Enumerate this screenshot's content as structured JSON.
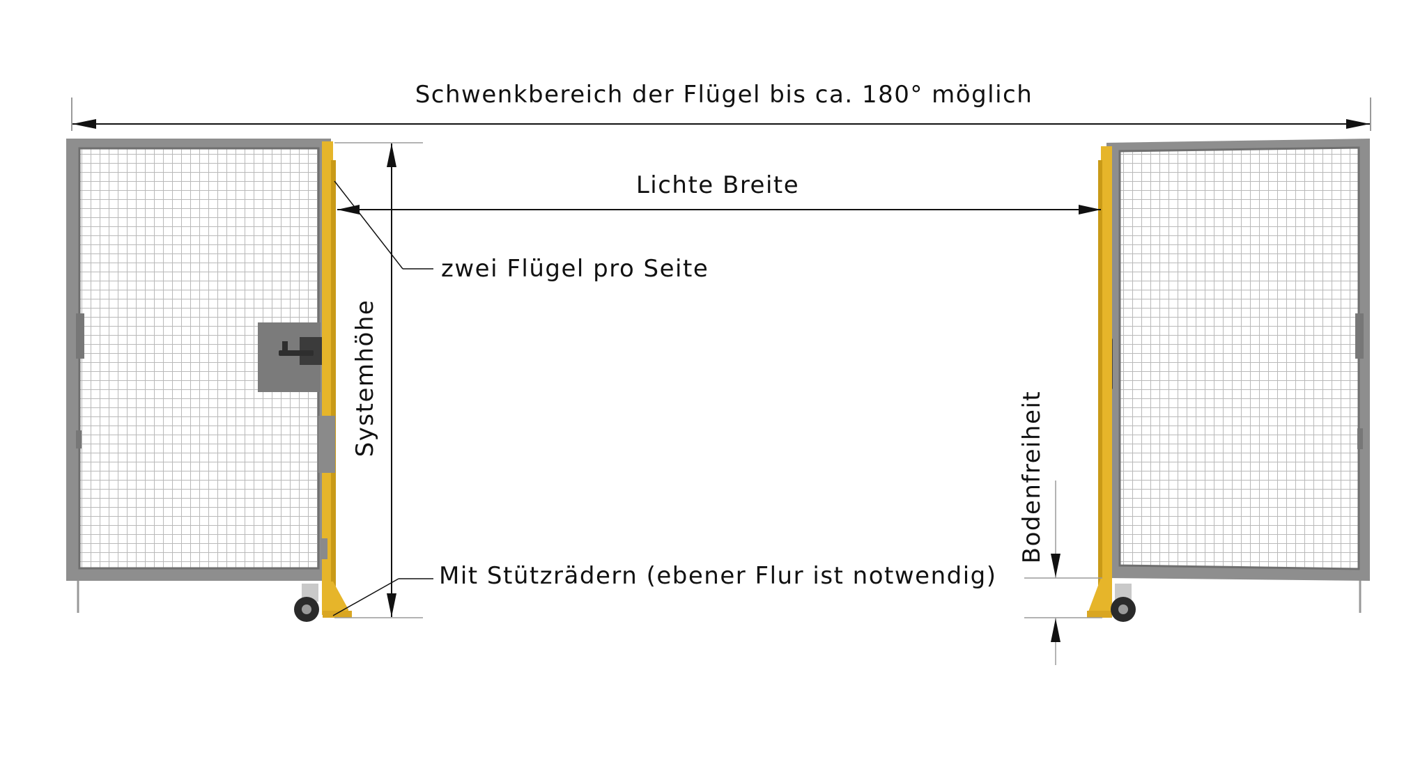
{
  "labels": {
    "swing_range": "Schwenkbereich der Flügel bis ca. 180° möglich",
    "clear_width": "Lichte Breite",
    "two_leaves": "zwei Flügel pro Seite",
    "system_height": "Systemhöhe",
    "support_wheels": "Mit Stützrädern (ebener Flur ist notwendig)",
    "ground_clearance": "Bodenfreiheit"
  },
  "colors": {
    "frame": "#8e8e8e",
    "frame_dark": "#6f6f6f",
    "mesh": "#b9b9b9",
    "post": "#e6b52a",
    "post_dark": "#c99a17",
    "dim_line": "#9a9a9a",
    "lock": "#7b7b7b",
    "lock_dark": "#3b3b3b",
    "wheel": "#2a2a2a"
  }
}
